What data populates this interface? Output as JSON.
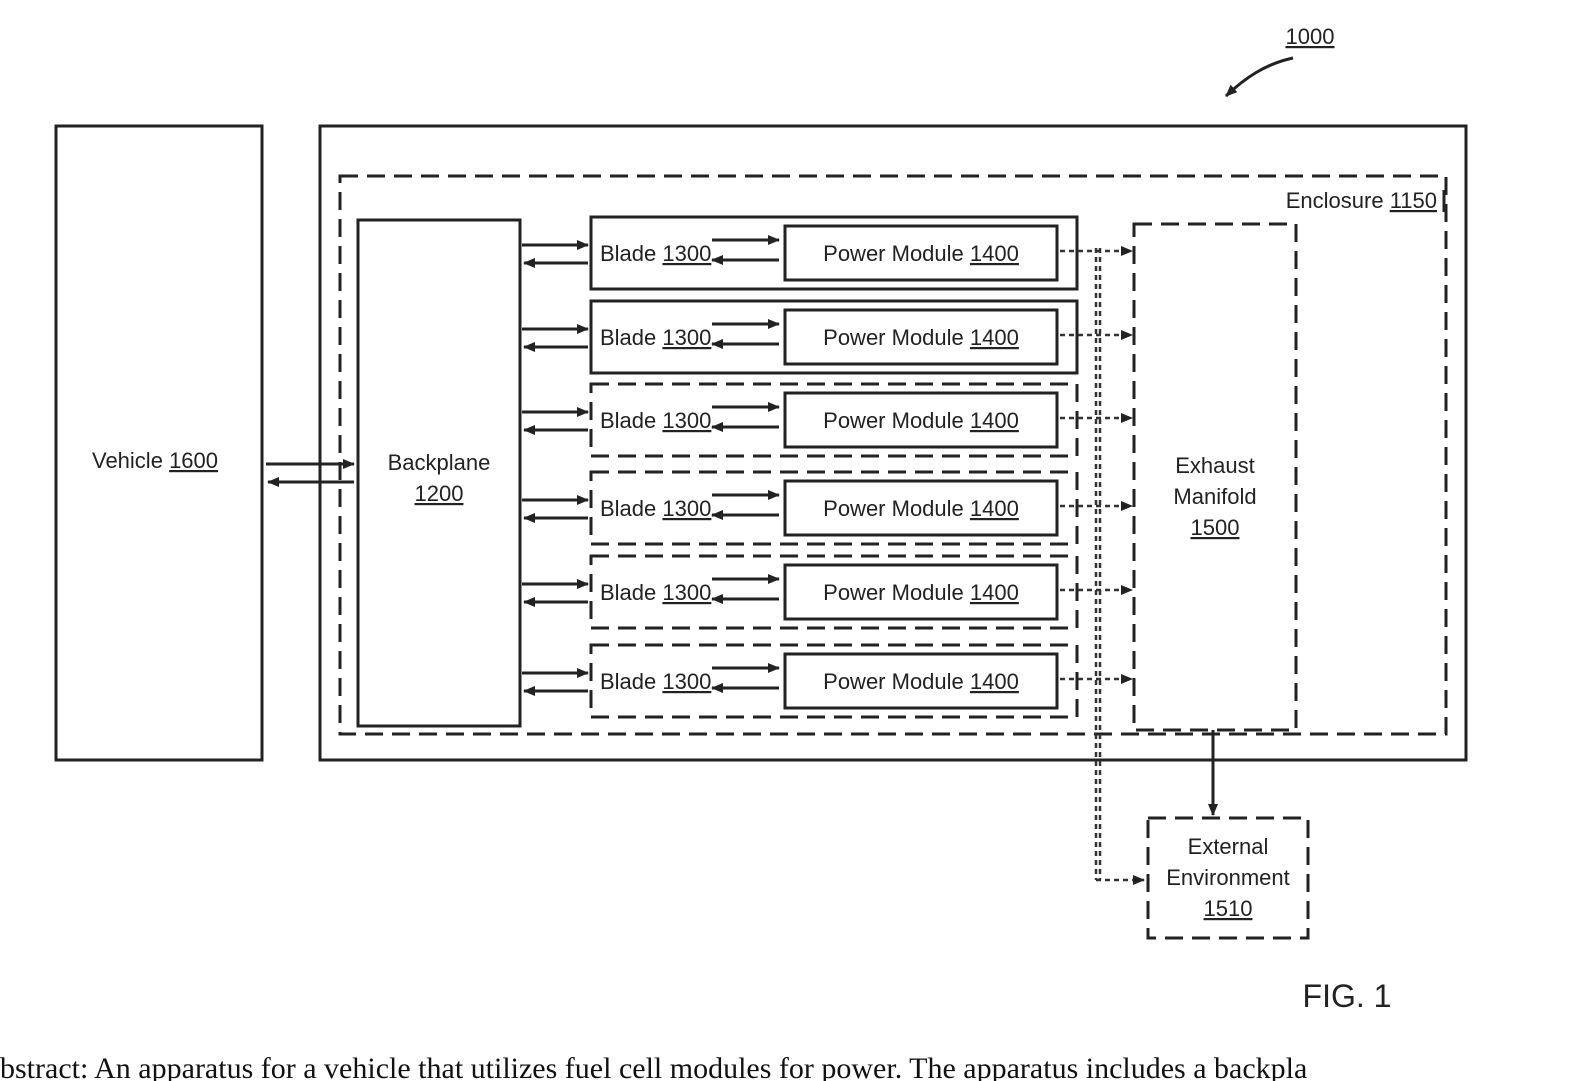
{
  "system_ref": "1000",
  "vehicle": {
    "label": "Vehicle",
    "ref": "1600"
  },
  "enclosure": {
    "label": "Enclosure",
    "ref": "1150"
  },
  "backplane": {
    "label": "Backplane",
    "ref": "1200"
  },
  "blades": [
    {
      "label": "Blade",
      "ref": "1300",
      "module_label": "Power Module",
      "module_ref": "1400",
      "border": "solid"
    },
    {
      "label": "Blade",
      "ref": "1300",
      "module_label": "Power Module",
      "module_ref": "1400",
      "border": "solid"
    },
    {
      "label": "Blade",
      "ref": "1300",
      "module_label": "Power Module",
      "module_ref": "1400",
      "border": "dashed"
    },
    {
      "label": "Blade",
      "ref": "1300",
      "module_label": "Power Module",
      "module_ref": "1400",
      "border": "dashed"
    },
    {
      "label": "Blade",
      "ref": "1300",
      "module_label": "Power Module",
      "module_ref": "1400",
      "border": "dashed"
    },
    {
      "label": "Blade",
      "ref": "1300",
      "module_label": "Power Module",
      "module_ref": "1400",
      "border": "dashed"
    }
  ],
  "exhaust": {
    "line1": "Exhaust",
    "line2": "Manifold",
    "ref": "1500"
  },
  "external": {
    "line1": "External",
    "line2": "Environment",
    "ref": "1510"
  },
  "figure_label": "FIG. 1",
  "abstract_fragment": "bstract: An apparatus for a vehicle that utilizes fuel cell modules for power. The apparatus includes a backpla"
}
